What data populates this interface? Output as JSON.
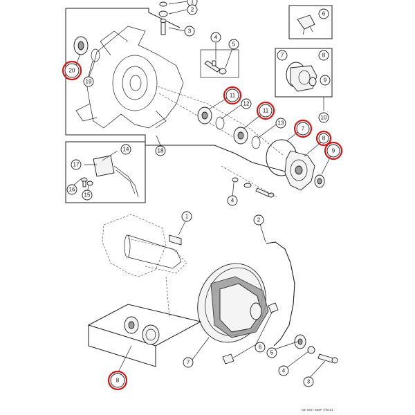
{
  "callouts": [
    {
      "id": "c1",
      "label": "1",
      "highlight": false
    },
    {
      "id": "c2",
      "label": "2",
      "highlight": false
    },
    {
      "id": "c3",
      "label": "3",
      "highlight": false
    },
    {
      "id": "c4a",
      "label": "4",
      "highlight": false
    },
    {
      "id": "c5",
      "label": "5",
      "highlight": false
    },
    {
      "id": "c6",
      "label": "6",
      "highlight": false
    },
    {
      "id": "c7",
      "label": "7",
      "highlight": false
    },
    {
      "id": "c8",
      "label": "8",
      "highlight": false
    },
    {
      "id": "c9",
      "label": "9",
      "highlight": false
    },
    {
      "id": "c10",
      "label": "10",
      "highlight": false
    },
    {
      "id": "c11a",
      "label": "11",
      "highlight": true
    },
    {
      "id": "c12",
      "label": "12",
      "highlight": false
    },
    {
      "id": "c11b",
      "label": "11",
      "highlight": true
    },
    {
      "id": "c13",
      "label": "13",
      "highlight": false
    },
    {
      "id": "c7b",
      "label": "7",
      "highlight": true
    },
    {
      "id": "c8b",
      "label": "8",
      "highlight": true
    },
    {
      "id": "c9b",
      "label": "9",
      "highlight": true
    },
    {
      "id": "c14",
      "label": "14",
      "highlight": false
    },
    {
      "id": "c17",
      "label": "17",
      "highlight": false
    },
    {
      "id": "c16",
      "label": "16",
      "highlight": false
    },
    {
      "id": "c15",
      "label": "15",
      "highlight": false
    },
    {
      "id": "c18",
      "label": "18",
      "highlight": false
    },
    {
      "id": "c19",
      "label": "19",
      "highlight": false
    },
    {
      "id": "c20",
      "label": "20",
      "highlight": true
    },
    {
      "id": "c4b",
      "label": "4",
      "highlight": false
    },
    {
      "id": "b1",
      "label": "1",
      "highlight": false
    },
    {
      "id": "b2",
      "label": "2",
      "highlight": false
    },
    {
      "id": "b3",
      "label": "3",
      "highlight": false
    },
    {
      "id": "b4",
      "label": "4",
      "highlight": false
    },
    {
      "id": "b5",
      "label": "5",
      "highlight": false
    },
    {
      "id": "b6",
      "label": "6",
      "highlight": false
    },
    {
      "id": "b7",
      "label": "7",
      "highlight": false
    },
    {
      "id": "b8",
      "label": "8",
      "highlight": true
    }
  ],
  "credit": "GE 6467 560P 7/5/161",
  "highlight_color": "#d01818"
}
